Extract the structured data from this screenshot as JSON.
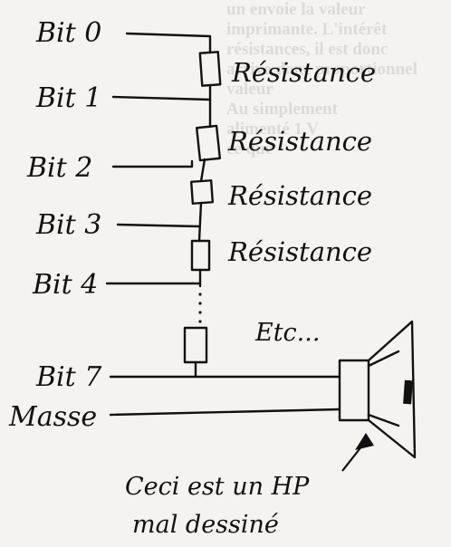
{
  "labels": {
    "bit0": "Bit 0",
    "bit1": "Bit 1",
    "bit2": "Bit 2",
    "bit3": "Bit 3",
    "bit4": "Bit 4",
    "bit7": "Bit 7",
    "masse": "Masse",
    "resistance": "Résistance",
    "etc": "Etc...",
    "speaker_note_line1": "Ceci est un HP",
    "speaker_note_line2": "mal dessiné"
  },
  "background_text": [
    "un envoie la valeur",
    "imprimante. L'intérêt",
    "résistances, il est donc",
    "arrive donc proportionnel",
    "valeur",
    "Au simplement",
    "alimenté 1 V",
    "ce que"
  ],
  "colors": {
    "ink": "#111111",
    "paper": "#f4f3ef"
  }
}
